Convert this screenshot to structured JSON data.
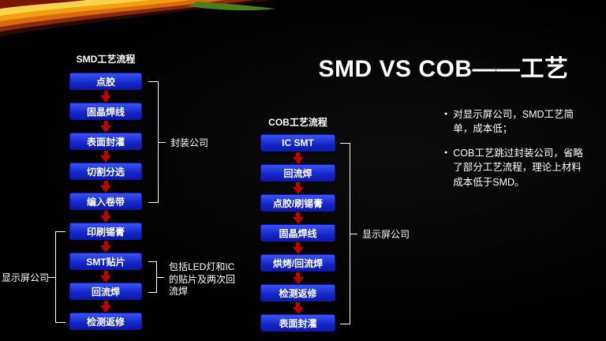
{
  "slide": {
    "title": "SMD VS COB——工艺"
  },
  "smd_flow": {
    "title": "SMD工艺流程",
    "steps": [
      "点胶",
      "固晶焊线",
      "表面封灌",
      "切割分选",
      "编入卷带",
      "印刷锡膏",
      "SMT贴片",
      "回流焊",
      "检测返修"
    ]
  },
  "cob_flow": {
    "title": "COB工艺流程",
    "steps": [
      "IC SMT",
      "回流焊",
      "点胶/刷锡膏",
      "固晶焊线",
      "烘烤/回流焊",
      "检测返修",
      "表面封灌"
    ]
  },
  "annotations": {
    "packaging_company": "封装公司",
    "smd_display_company": "显示屏公司",
    "smt_note": "包括LED灯和IC的贴片及两次回流焊",
    "cob_display_company": "显示屏公司"
  },
  "notes": {
    "bullet_char": "●",
    "items": [
      "对显示屏公司，SMD工艺简单，成本低；",
      "COB工艺跳过封装公司，省略了部分工艺流程，理论上材料成本低于SMD。"
    ]
  },
  "colors": {
    "background": "#000000",
    "box_fill": "#1c2fd0",
    "arrow": "#c00000",
    "text": "#ffffff"
  }
}
